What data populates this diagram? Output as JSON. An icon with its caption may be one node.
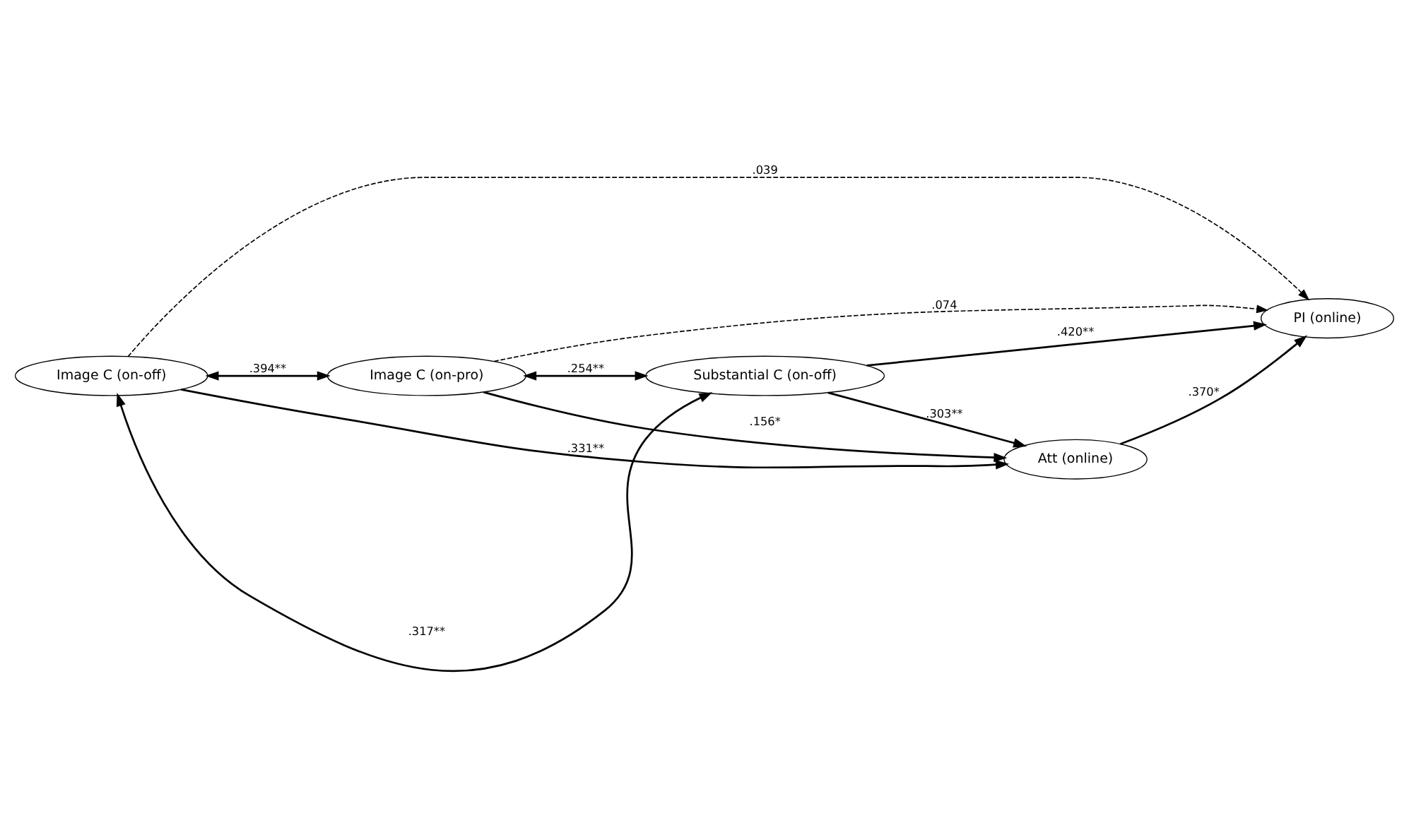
{
  "diagram": {
    "nodes": [
      {
        "text": [
          "Image C (on-off)"
        ]
      },
      {
        "text": [
          "Image C (on-pro)"
        ]
      },
      {
        "text": [
          "Att (online)"
        ]
      },
      {
        "text": [
          "PI (online)"
        ]
      },
      {
        "text": [
          "Substantial C (on-off)"
        ]
      }
    ],
    "edges": [
      {
        "from": 0,
        "to": 1,
        "arrow": "both",
        "label": ".394**"
      },
      {
        "from": 0,
        "to": 4,
        "arrow": "both",
        "label": ".317**"
      },
      {
        "from": 1,
        "to": 4,
        "arrow": "both",
        "label": ".254**"
      },
      {
        "from": 0,
        "to": 2,
        "arrow": "to",
        "label": ".331**"
      },
      {
        "from": 0,
        "to": 3,
        "arrow": "to",
        "label": ".039",
        "style": "dashed"
      },
      {
        "from": 1,
        "to": 3,
        "arrow": "to",
        "label": ".074",
        "style": "dashed"
      },
      {
        "from": 1,
        "to": 2,
        "arrow": "to",
        "label": ".156*"
      },
      {
        "from": 4,
        "to": 2,
        "arrow": "to",
        "label": ".303**"
      },
      {
        "from": 2,
        "to": 3,
        "arrow": "to",
        "label": ".370*"
      },
      {
        "from": 4,
        "to": 3,
        "arrow": "to",
        "label": ".420**"
      }
    ]
  }
}
